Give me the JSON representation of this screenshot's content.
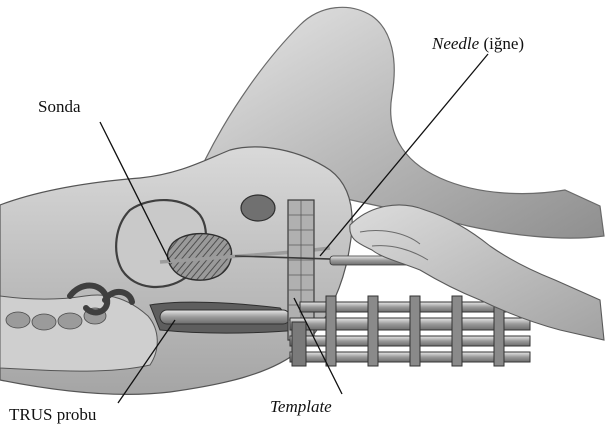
{
  "labels": {
    "sonda": "Sonda",
    "needle_term": "Needle",
    "needle_translation": "(iğne)",
    "template": "Template",
    "trus": "TRUS probu"
  },
  "colors": {
    "leader_line": "#111111",
    "skin": "#bdbdbd",
    "organ_dark": "#6a6a6a",
    "device": "#8d8d8d"
  }
}
